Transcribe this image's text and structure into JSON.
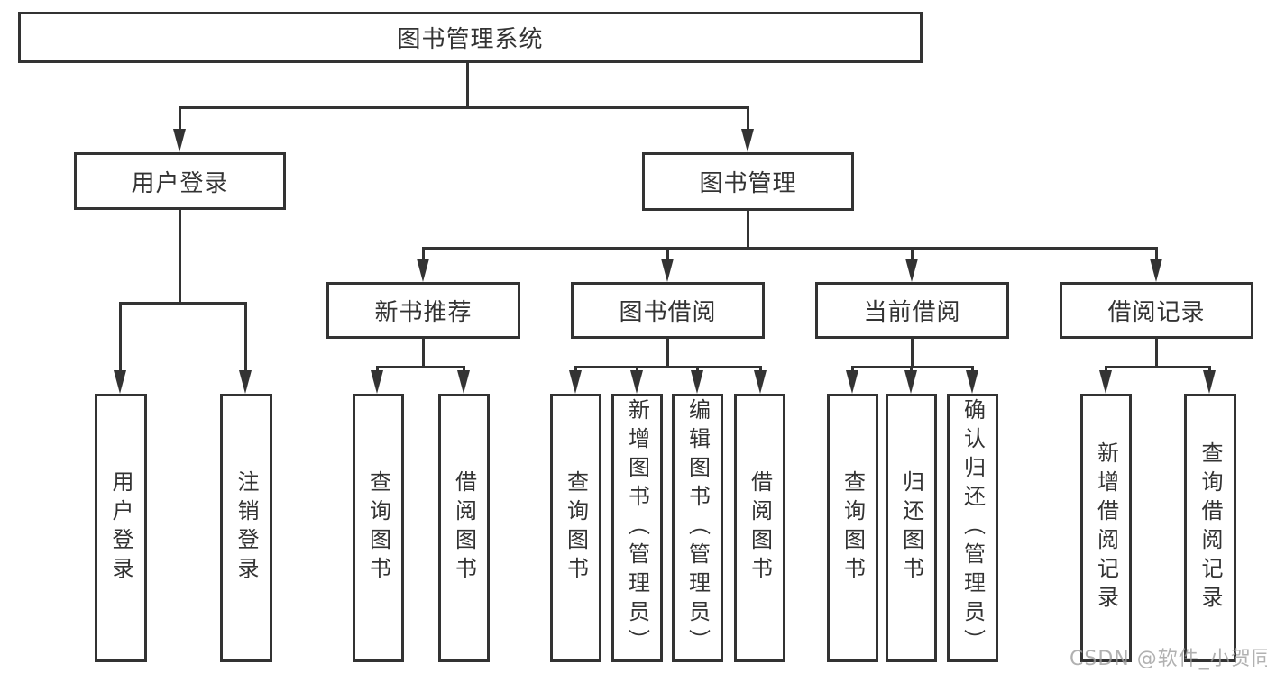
{
  "tree": {
    "root": {
      "label": "图书管理系统",
      "children": [
        {
          "label": "用户登录",
          "children": [
            {
              "label": "用户登录"
            },
            {
              "label": "注销登录"
            }
          ]
        },
        {
          "label": "图书管理",
          "children": [
            {
              "label": "新书推荐",
              "children": [
                {
                  "label": "查询图书"
                },
                {
                  "label": "借阅图书"
                }
              ]
            },
            {
              "label": "图书借阅",
              "children": [
                {
                  "label": "查询图书"
                },
                {
                  "label": "新增图书（管理员）"
                },
                {
                  "label": "编辑图书（管理员）"
                },
                {
                  "label": "借阅图书"
                }
              ]
            },
            {
              "label": "当前借阅",
              "children": [
                {
                  "label": "查询图书"
                },
                {
                  "label": "归还图书"
                },
                {
                  "label": "确认归还（管理员）"
                }
              ]
            },
            {
              "label": "借阅记录",
              "children": [
                {
                  "label": "新增借阅记录"
                },
                {
                  "label": "查询借阅记录"
                }
              ]
            }
          ]
        }
      ]
    }
  },
  "watermark": {
    "text": "CSDN @软件_小贺同学"
  },
  "colors": {
    "line": "#333333",
    "box_border": "#333333",
    "box_fill": "#ffffff",
    "text": "#333333",
    "watermark": "#9e9e9e",
    "background": "#ffffff"
  }
}
